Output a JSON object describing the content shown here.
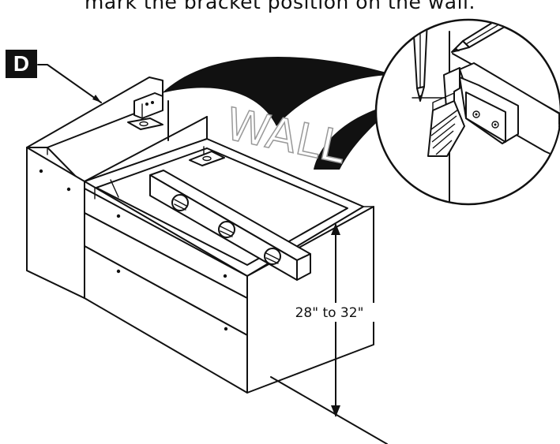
{
  "caption": "mark the bracket position on the wall.",
  "step_label": "D",
  "wall_label": "WALL",
  "height_label": "28\" to 32\"",
  "colors": {
    "ink": "#111111",
    "background": "#ffffff",
    "wall_text": "#999999"
  },
  "icons": [
    "pencil-icon",
    "spirit-level-icon",
    "wall-bracket-icon",
    "magnifier-detail-circle"
  ]
}
